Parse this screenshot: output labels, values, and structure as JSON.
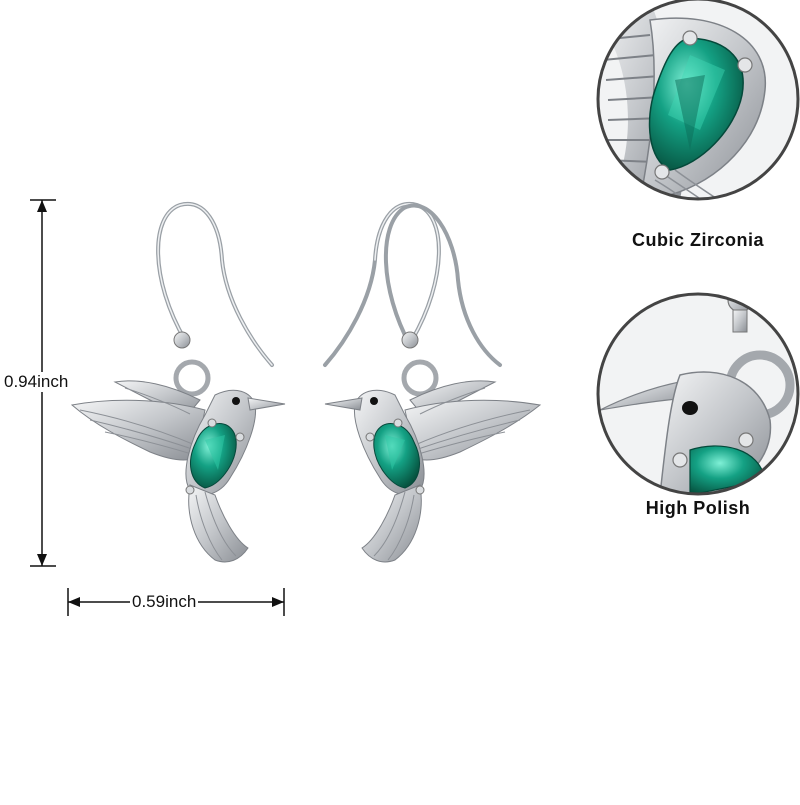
{
  "dimensions": {
    "height_label": "0.94inch",
    "width_label": "0.59inch"
  },
  "features": [
    {
      "label": "Cubic Zirconia",
      "icon": "gem-closeup"
    },
    {
      "label": "High Polish",
      "icon": "polish-closeup"
    }
  ],
  "colors": {
    "background": "#ffffff",
    "silver": "#c9ccd0",
    "silver_dark": "#6e7278",
    "gem_green": "#0f8a73",
    "gem_highlight": "#5fe0c4",
    "dimension_line": "#111111",
    "circle_border": "#444444"
  }
}
